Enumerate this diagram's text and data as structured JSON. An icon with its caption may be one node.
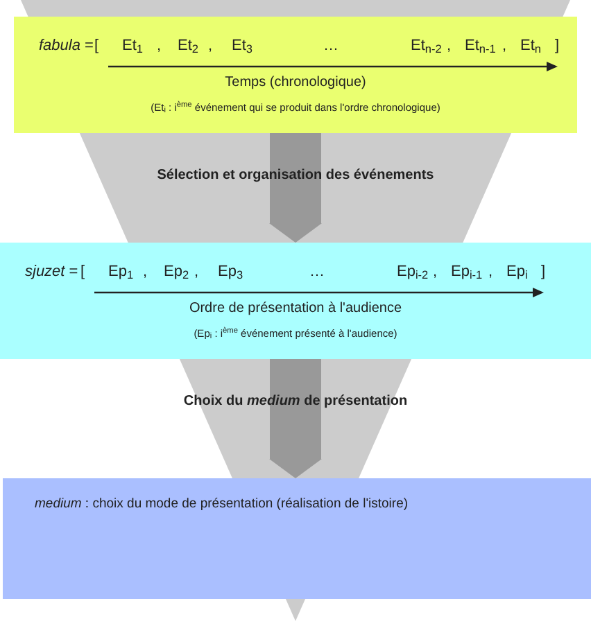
{
  "diagram": {
    "nodes": [
      {
        "text": [
          "*fabula* =",
          "[",
          "Et$_{1}$",
          ",",
          "Et$_{2}$",
          ",",
          "Et$_{3}$",
          "…",
          "Et$_{n-2}$",
          ",",
          "Et$_{n-1}$",
          ",",
          "Et$_{n}$",
          "]",
          "Temps (chronologique)",
          "(Et$_{i}$ : i$^{ème}$ événement qui se produit dans l'ordre chronologique)"
        ]
      },
      {
        "text": [
          "*sjuzet* =",
          "[",
          "Ep$_{1}$",
          ",",
          "Ep$_{2}$",
          ",",
          "Ep$_{3}$",
          "…",
          "Ep$_{i-2}$",
          ",",
          "Ep$_{i-1}$",
          ",",
          "Ep$_{i}$",
          "]",
          "Ordre de présentation à l'audience",
          "(Ep$_{i}$ : i$^{ème}$ événement présenté à l'audience)"
        ]
      },
      {
        "text": [
          "*medium* : choix du mode de présentation (réalisation de l'istoire)"
        ]
      }
    ],
    "edges": [
      {
        "from": 0,
        "to": 1,
        "arrow": "to",
        "label": "Sélection et organisation des événements"
      },
      {
        "from": 1,
        "to": 2,
        "arrow": "to",
        "label": "Choix du *medium* de présentation"
      }
    ]
  }
}
